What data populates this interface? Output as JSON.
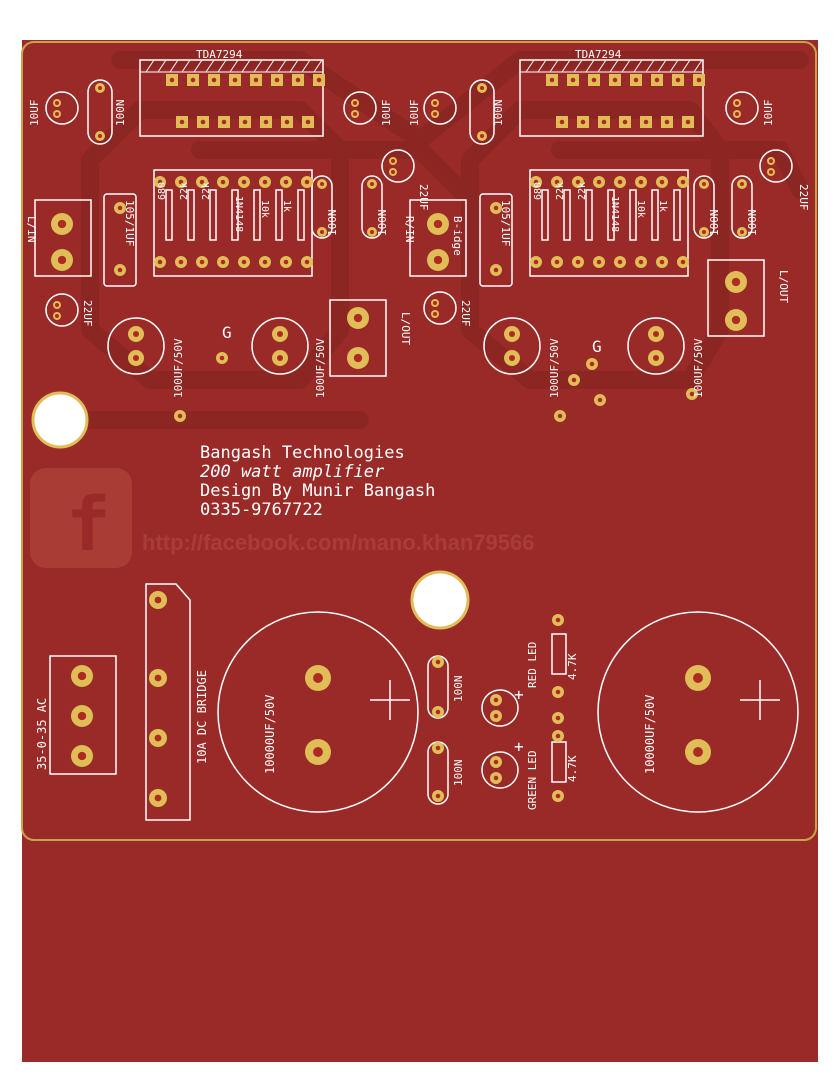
{
  "labels": {
    "ic": "TDA7294",
    "cap_10uf": "10UF",
    "cap_100n": "100N",
    "cap_22uf": "22UF",
    "cap_105": "105/1UF",
    "r_680": "680",
    "r_22k": "22k",
    "r_10k": "10k",
    "r_1k": "1k",
    "diode": "1N4148",
    "cap_100uf": "100UF/50V",
    "in_left": "L/IN",
    "in_right": "R/IN",
    "bridge": "B-idge",
    "out_left": "L/OUT",
    "out_right": "L/OUT",
    "ground": "G",
    "ac_input": "35-0-35 AC",
    "dc_bridge": "10A DC BRIDGE",
    "cap_10000uf": "10000UF/50V",
    "plus": "+",
    "red_led": "RED LED",
    "green_led": "GREEN LED",
    "r_4k7": "4.7K"
  },
  "info": {
    "line1": "Bangash Technologies",
    "line2": "200 watt amplifier",
    "line3": "Design By Munir Bangash",
    "line4": "0335-9767722"
  },
  "watermark": {
    "url": "http://facebook.com/mano.khan79566",
    "logo_letter": "f"
  },
  "colors": {
    "board": "#9a2a27",
    "board_edge": "#c9a24a",
    "silk": "#ffffff",
    "pad": "#e1bd57",
    "hole": "#b02a24",
    "trace": "#8a2623",
    "watermark": "#a93d36"
  }
}
